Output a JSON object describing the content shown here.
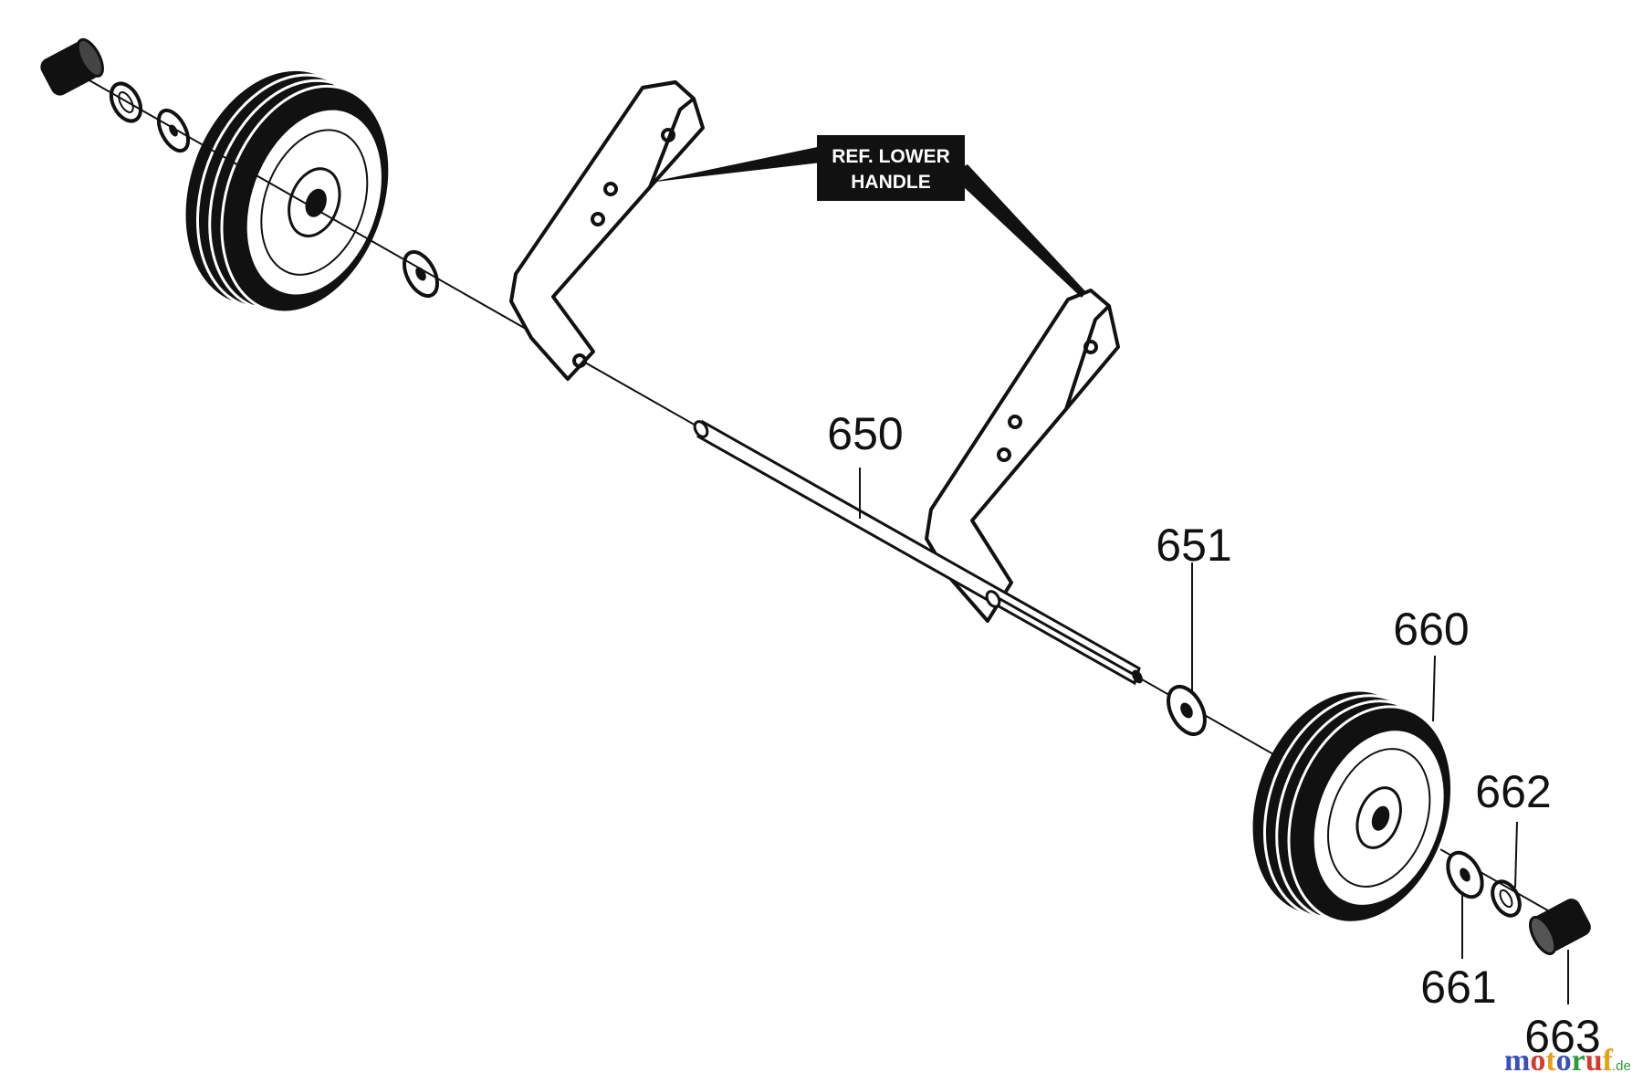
{
  "callout": {
    "line1": "REF. LOWER",
    "line2": "HANDLE"
  },
  "labels": {
    "p650": "650",
    "p651": "651",
    "p660": "660",
    "p661": "661",
    "p662": "662",
    "p663": "663"
  },
  "watermark": {
    "letters": [
      "m",
      "o",
      "t",
      "o",
      "r",
      "u",
      "f"
    ],
    "suffix": ".de",
    "colors": [
      "#3a4fb8",
      "#d63a2f",
      "#e3a21a",
      "#3a4fb8",
      "#2c9a3a",
      "#d63a2f",
      "#e3a21a"
    ]
  },
  "colors": {
    "ink": "#111111",
    "paper": "#ffffff"
  }
}
